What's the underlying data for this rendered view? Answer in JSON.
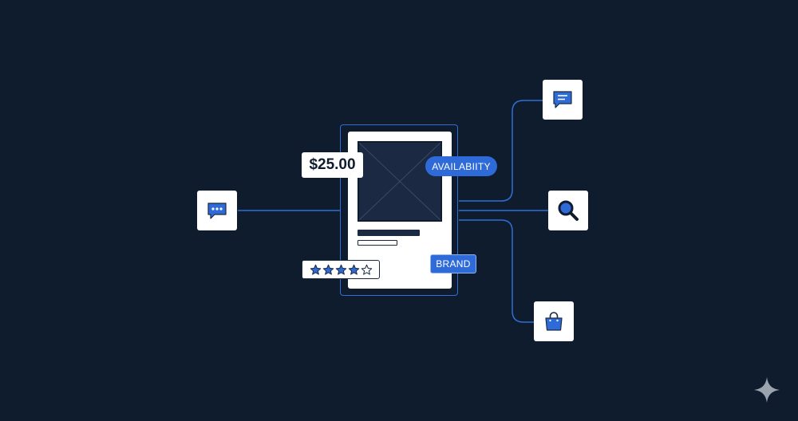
{
  "price": {
    "label": "$25.00"
  },
  "availability": {
    "label": "AVAILABIITY"
  },
  "brand": {
    "label": "BRAND"
  },
  "rating": {
    "filled": 4,
    "total": 5
  },
  "icons": {
    "left": "chat-dots-icon",
    "top_right": "message-icon",
    "middle_right": "search-icon",
    "bottom_right": "shopping-bag-icon",
    "corner": "sparkle-icon"
  },
  "colors": {
    "background": "#0f1c2e",
    "accent": "#2e6ad8",
    "line": "#2f6fd6",
    "card": "#ffffff",
    "dark": "#1b2a42"
  }
}
